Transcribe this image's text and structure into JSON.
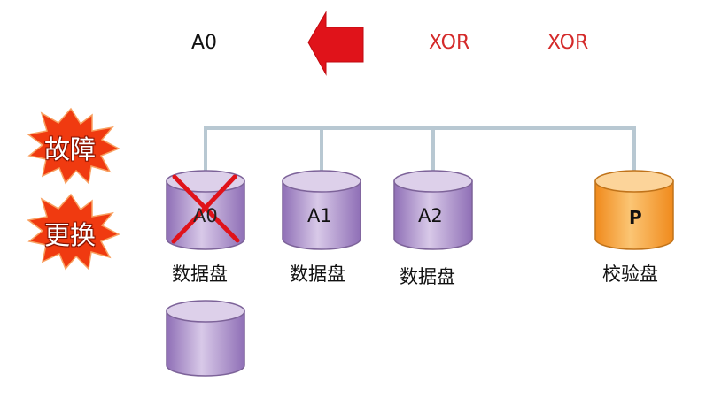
{
  "result_label": "A0",
  "xor_labels": [
    "XOR",
    "XOR"
  ],
  "bursts": [
    {
      "text": "故障",
      "fill": "#f03a10"
    },
    {
      "text": "更换",
      "fill": "#f03a10"
    }
  ],
  "disks": [
    {
      "label": "A0",
      "caption": "数据盘",
      "failed": true
    },
    {
      "label": "A1",
      "caption": "数据盘",
      "failed": false
    },
    {
      "label": "A2",
      "caption": "数据盘",
      "failed": false
    },
    {
      "label": "P",
      "caption": "校验盘",
      "failed": false
    },
    {
      "label": "",
      "caption": "",
      "failed": false
    }
  ],
  "colors": {
    "data_disk_top": "#ddd0ea",
    "data_disk_side": "#a98dc7",
    "parity_disk_top": "#fcd49a",
    "parity_disk_side": "#f59a2c",
    "bus_line": "#b8c8d2",
    "arrow": "#e0131a",
    "xor_text": "#d42a2a",
    "cross": "#e0131a"
  }
}
